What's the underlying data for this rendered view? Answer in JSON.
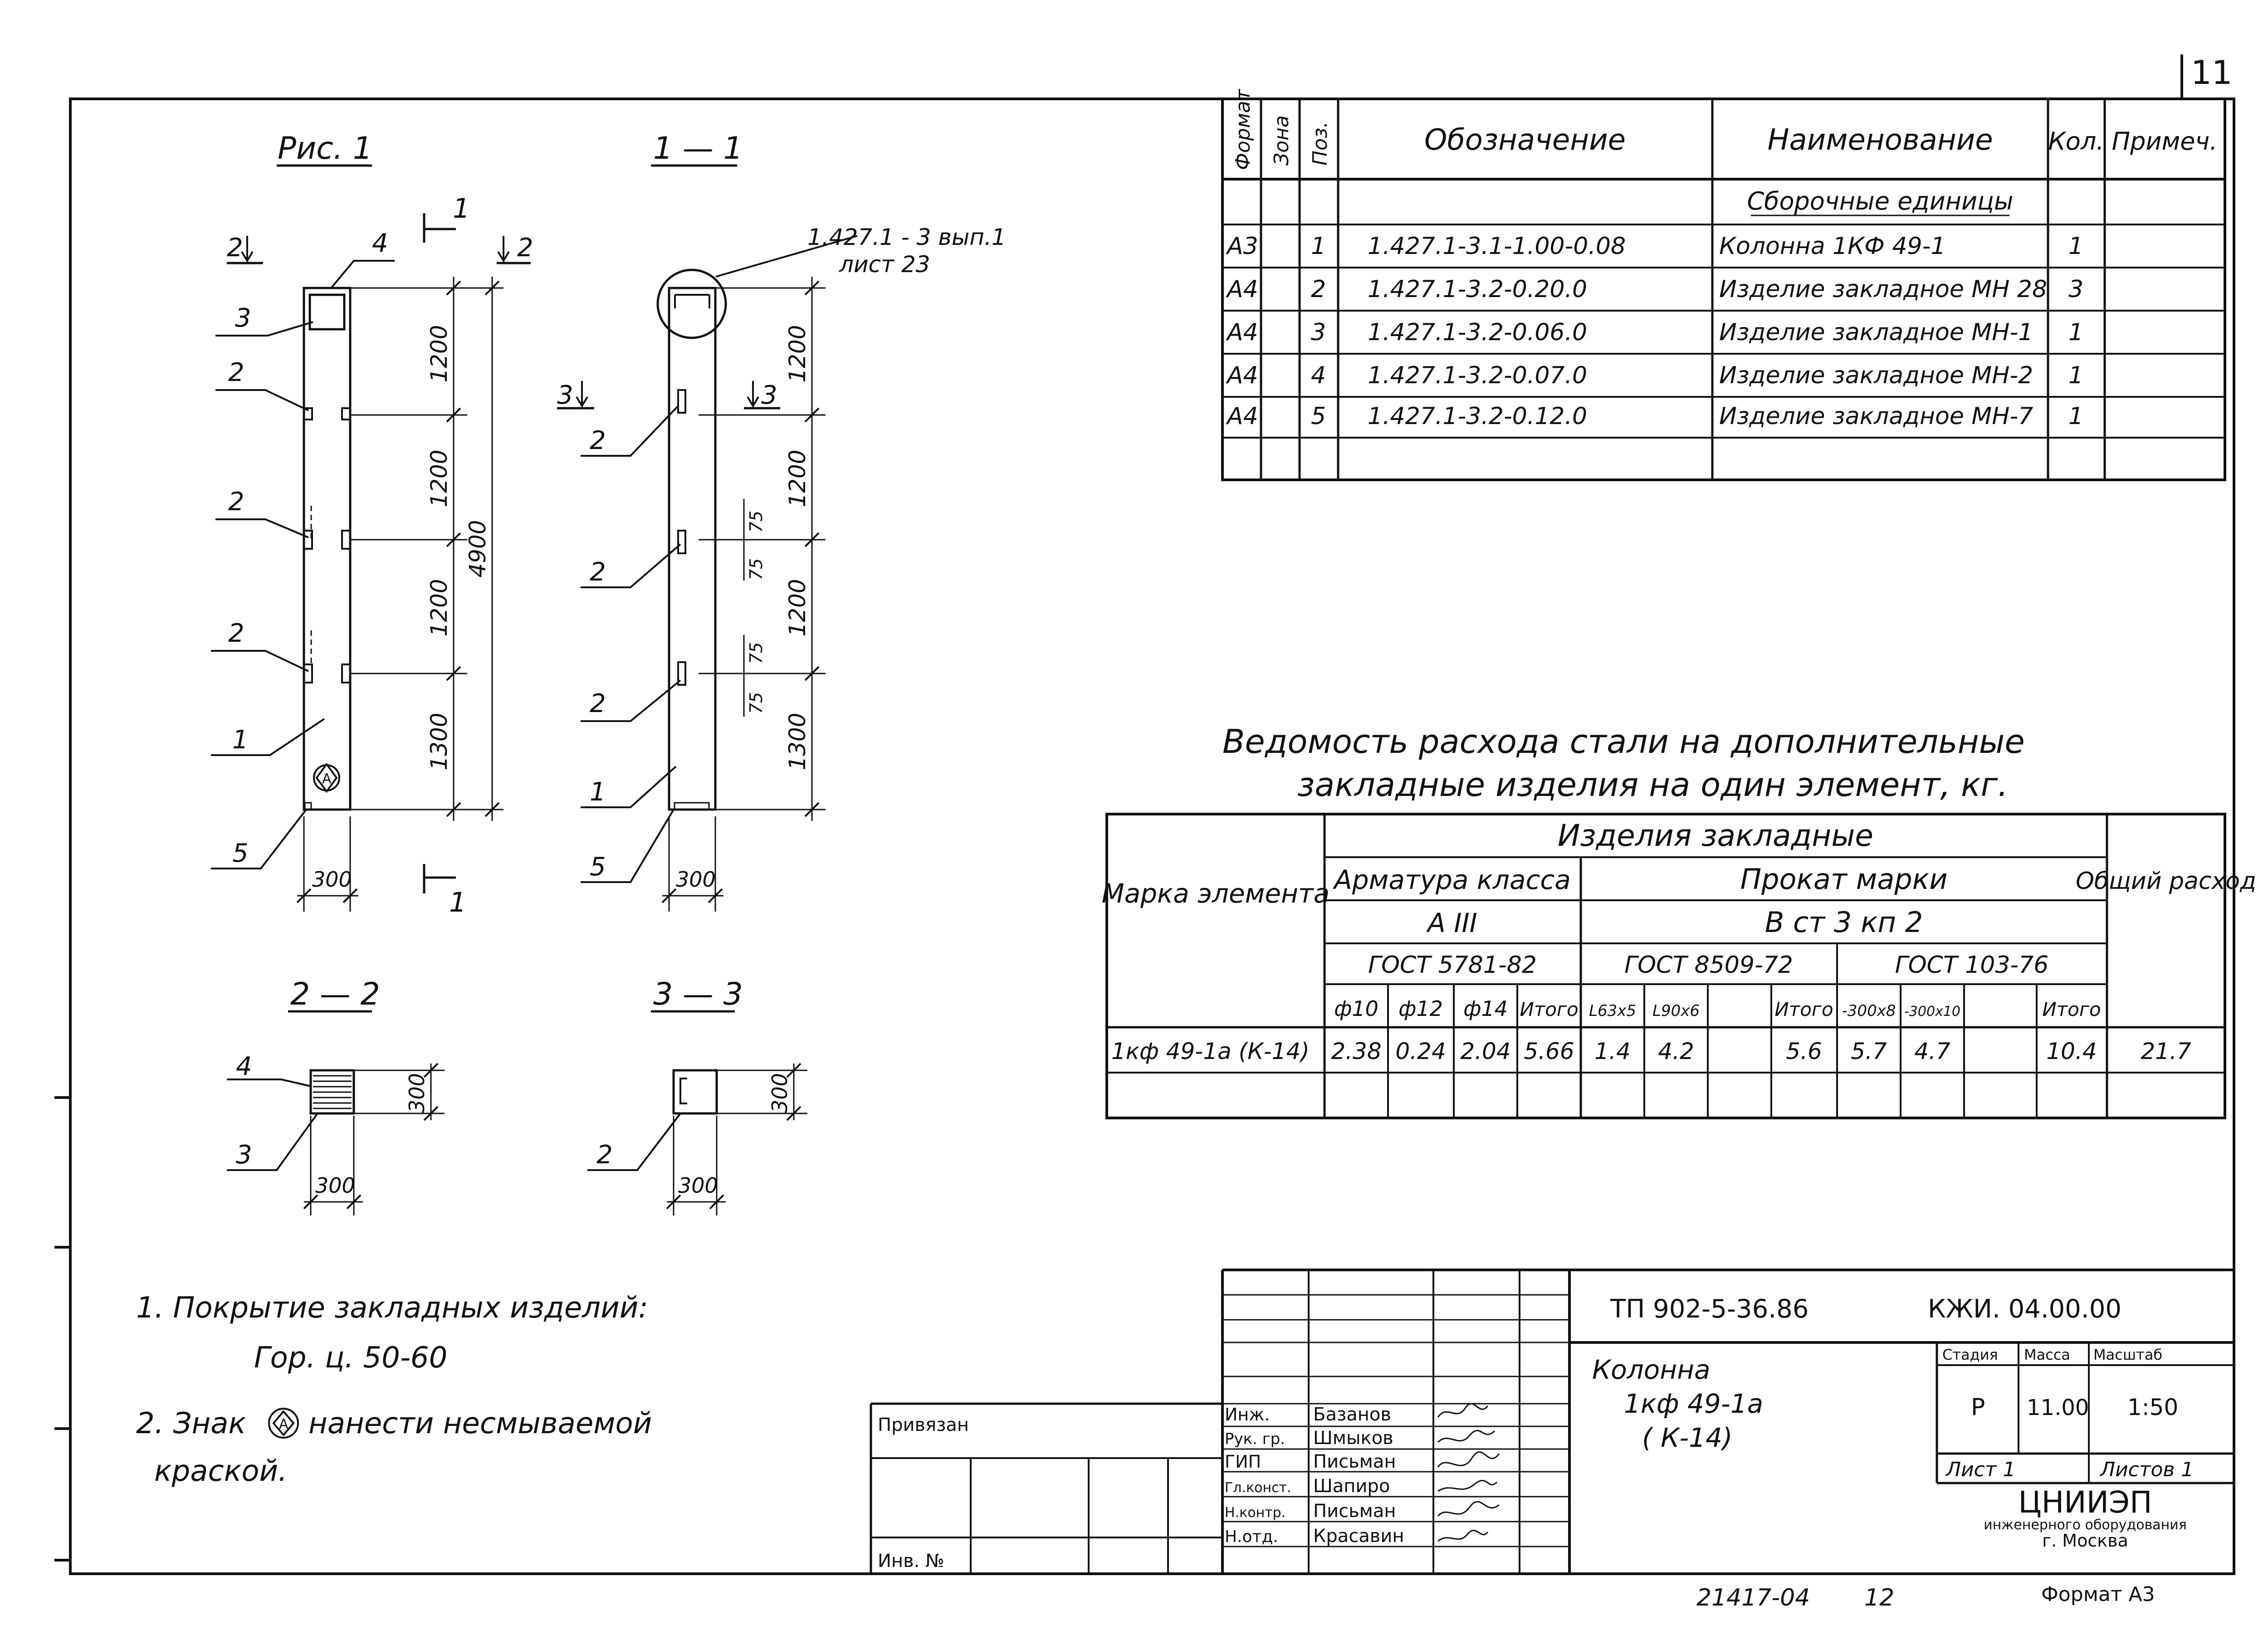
{
  "sheet_number": "11",
  "views": {
    "fig1_title": "Рис. 1",
    "fig1_cut_mark_top": "1",
    "fig1_cut_mark_bottom": "1",
    "section_marks": {
      "s2_left": "2",
      "s2_right": "2",
      "s3_left": "3",
      "s3_right": "3"
    },
    "fig1_callouts": [
      "4",
      "3",
      "2",
      "2",
      "2",
      "1",
      "5"
    ],
    "fig1_dims": [
      "1200",
      "1200",
      "1200",
      "1300"
    ],
    "fig1_total": "4900",
    "fig1_width": "300",
    "sec11_title": "1 — 1",
    "sec11_ref": "1.427.1 - 3 вып.1",
    "sec11_ref2": "лист 23",
    "sec11_callouts": [
      "2",
      "2",
      "2",
      "1",
      "5"
    ],
    "sec11_dims": [
      "1200",
      "1200",
      "1200",
      "1300"
    ],
    "sec11_small": [
      "75",
      "75",
      "75",
      "75"
    ],
    "sec11_width": "300",
    "sec22_title": "2 — 2",
    "sec22_callouts": [
      "4",
      "3"
    ],
    "sec22_dim_w": "300",
    "sec22_dim_h": "300",
    "sec33_title": "3 — 3",
    "sec33_callout": "2",
    "sec33_dim_w": "300",
    "sec33_dim_h": "300"
  },
  "spec": {
    "headers": [
      "Формат",
      "Зона",
      "Поз.",
      "Обозначение",
      "Наименование",
      "Кол.",
      "Примеч."
    ],
    "section": "Сборочные единицы",
    "rows": [
      {
        "format": "А3",
        "pos": "1",
        "code": "1.427.1-3.1-1.00-0.08",
        "name": "Колонна 1КФ 49-1",
        "qty": "1"
      },
      {
        "format": "А4",
        "pos": "2",
        "code": "1.427.1-3.2-0.20.0",
        "name": "Изделие закладное МН 28",
        "qty": "3"
      },
      {
        "format": "А4",
        "pos": "3",
        "code": "1.427.1-3.2-0.06.0",
        "name": "Изделие закладное МН-1",
        "qty": "1"
      },
      {
        "format": "А4",
        "pos": "4",
        "code": "1.427.1-3.2-0.07.0",
        "name": "Изделие закладное МН-2",
        "qty": "1"
      },
      {
        "format": "А4",
        "pos": "5",
        "code": "1.427.1-3.2-0.12.0",
        "name": "Изделие закладное МН-7",
        "qty": "1"
      }
    ]
  },
  "steel": {
    "title_line1": "Ведомость расхода стали на дополнительные",
    "title_line2": "закладные изделия на один элемент, кг.",
    "h_mark": "Марка элемента",
    "h_items": "Изделия закладные",
    "h_rebar": "Арматура класса",
    "h_rebar_class": "А III",
    "h_rebar_gost": "ГОСТ 5781-82",
    "h_rolled": "Прокат марки",
    "h_rolled_grade": "В ст 3 кп 2",
    "h_gost_a": "ГОСТ 8509-72",
    "h_gost_b": "ГОСТ 103-76",
    "h_total": "Общий расход",
    "cols": [
      "ф10",
      "ф12",
      "ф14",
      "Итого",
      "L63x5",
      "L90x6",
      "",
      "Итого",
      "-300x8",
      "-300x10",
      "",
      "Итого"
    ],
    "row_mark": "1кф 49-1а (К-14)",
    "row": [
      "2.38",
      "0.24",
      "2.04",
      "5.66",
      "1.4",
      "4.2",
      "",
      "5.6",
      "5.7",
      "4.7",
      "",
      "10.4"
    ],
    "row_total": "21.7"
  },
  "notes": [
    "1. Покрытие закладных изделий:",
    "Гор. ц. 50-60",
    "2. Знак",
    "нанести несмываемой",
    "краской."
  ],
  "stamp": {
    "privyazan": "Привязан",
    "inv": "Инв. №",
    "roles": [
      "Инж.",
      "Рук. гр.",
      "ГИП",
      "Гл.конст.",
      "Н.контр.",
      "Н.отд."
    ],
    "names": [
      "Базанов",
      "Шмыков",
      "Письман",
      "Шапиро",
      "Письман",
      "Красавин"
    ],
    "project": "ТП 902-5-36.86",
    "doc_code": "КЖИ. 04.00.00",
    "title1": "Колонна",
    "title2": "1кф 49-1а",
    "title3": "( К-14)",
    "stage_h": "Стадия",
    "mass_h": "Масса",
    "scale_h": "Масштаб",
    "stage": "Р",
    "mass": "11.00",
    "scale": "1:50",
    "sheet": "Лист 1",
    "sheets": "Листов 1",
    "org1": "ЦНИИЭП",
    "org2": "инженерного оборудования",
    "org3": "г. Москва",
    "footer_code": "21417-04",
    "footer_num": "12",
    "format": "Формат А3"
  }
}
